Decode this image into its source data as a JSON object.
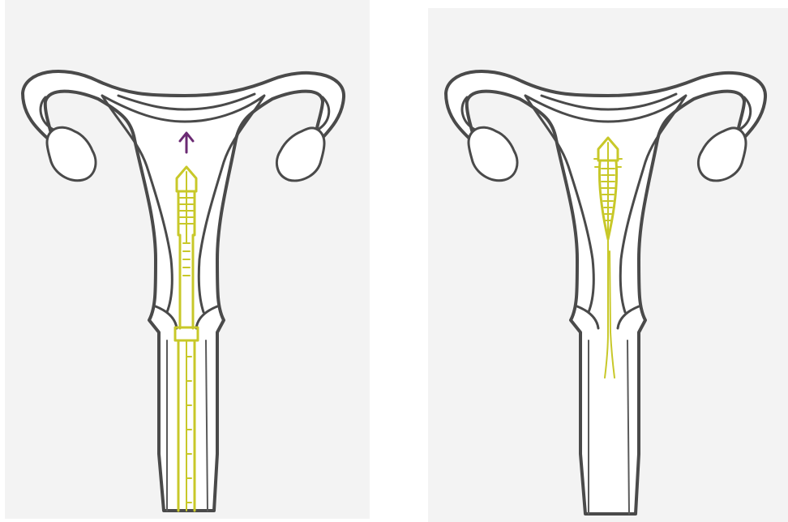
{
  "figure": {
    "panels": [
      {
        "id": "left",
        "state": "inserter-in-place",
        "shows_arrow": true
      },
      {
        "id": "right",
        "state": "device-released",
        "shows_arrow": false
      }
    ]
  },
  "colors": {
    "background": "#f3f3f3",
    "outline": "#4a4a4a",
    "device": "#c8c829",
    "arrow": "#6b2a73"
  },
  "icons": {
    "direction": "arrow-up-icon"
  }
}
